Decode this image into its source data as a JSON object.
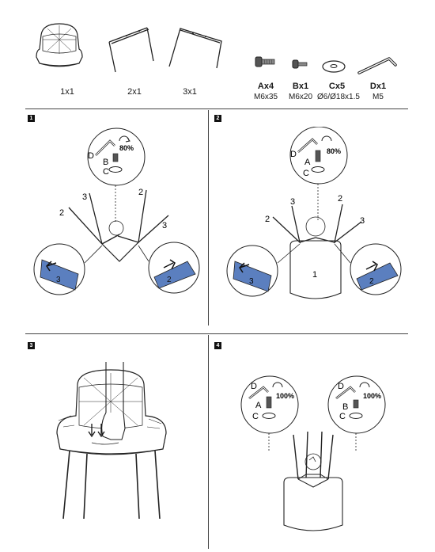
{
  "header": {
    "items": [
      {
        "qty": "1x1",
        "name": "seat-part"
      },
      {
        "qty": "2x1",
        "name": "leg-frame-2"
      },
      {
        "qty": "3x1",
        "name": "leg-frame-3"
      }
    ],
    "hardware": [
      {
        "code": "Ax4",
        "size": "M6x35"
      },
      {
        "code": "Bx1",
        "size": "M6x20"
      },
      {
        "code": "Cx5",
        "size": "Ø6/Ø18x1.5"
      },
      {
        "code": "Dx1",
        "size": "M5"
      }
    ]
  },
  "steps": [
    {
      "number": "1",
      "labels": {
        "d": "D",
        "b": "B",
        "c": "C",
        "pct": "80%",
        "n3a": "3",
        "n2a": "2",
        "n2b": "2",
        "n3b": "3",
        "zoom_left": "3",
        "zoom_right": "2"
      }
    },
    {
      "number": "2",
      "labels": {
        "d": "D",
        "a": "A",
        "c": "C",
        "pct": "80%",
        "n3a": "3",
        "n2a": "2",
        "n2b": "2",
        "n3b": "3",
        "zoom_left": "3",
        "zoom_right": "2",
        "seat": "1"
      }
    },
    {
      "number": "3"
    },
    {
      "number": "4",
      "left": {
        "d": "D",
        "a": "A",
        "c": "C",
        "pct": "100%"
      },
      "right": {
        "d": "D",
        "b": "B",
        "c": "C",
        "pct": "100%"
      }
    }
  ],
  "colors": {
    "accent_blue": "#5b7fbf",
    "line": "#222222"
  }
}
